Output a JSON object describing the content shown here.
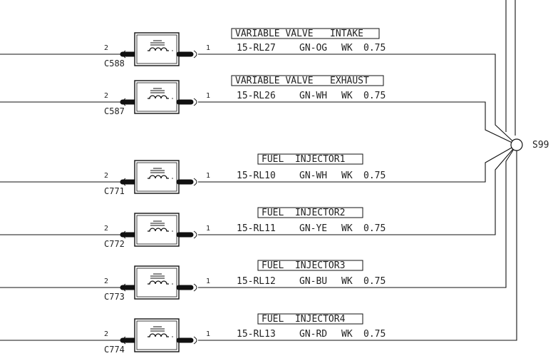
{
  "splice": {
    "id": "S99"
  },
  "components": [
    {
      "title": "VARIABLE VALVE   INTAKE",
      "connector": "C588",
      "pin_left": "2",
      "pin_right": "1",
      "circuit": "15-RL27",
      "color": "GN-OG",
      "code": "WK",
      "size": "0.75"
    },
    {
      "title": "VARIABLE VALVE   EXHAUST",
      "connector": "C587",
      "pin_left": "2",
      "pin_right": "1",
      "circuit": "15-RL26",
      "color": "GN-WH",
      "code": "WK",
      "size": "0.75"
    },
    {
      "title": "FUEL  INJECTOR1",
      "connector": "C771",
      "pin_left": "2",
      "pin_right": "1",
      "circuit": "15-RL10",
      "color": "GN-WH",
      "code": "WK",
      "size": "0.75"
    },
    {
      "title": "FUEL  INJECTOR2",
      "connector": "C772",
      "pin_left": "2",
      "pin_right": "1",
      "circuit": "15-RL11",
      "color": "GN-YE",
      "code": "WK",
      "size": "0.75"
    },
    {
      "title": "FUEL  INJECTOR3",
      "connector": "C773",
      "pin_left": "2",
      "pin_right": "1",
      "circuit": "15-RL12",
      "color": "GN-BU",
      "code": "WK",
      "size": "0.75"
    },
    {
      "title": "FUEL  INJECTOR4",
      "connector": "C774",
      "pin_left": "2",
      "pin_right": "1",
      "circuit": "15-RL13",
      "color": "GN-RD",
      "code": "WK",
      "size": "0.75"
    }
  ]
}
